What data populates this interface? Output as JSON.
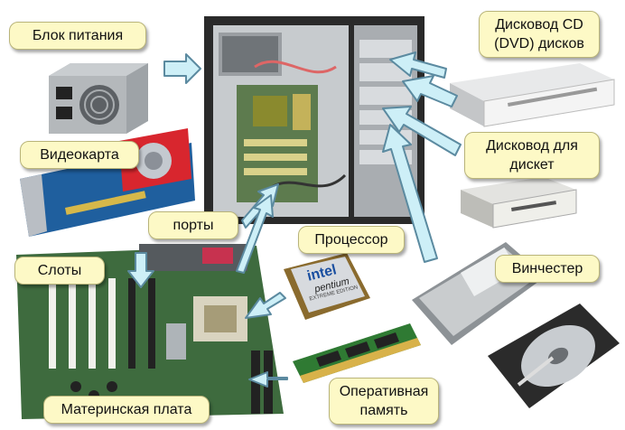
{
  "labels": {
    "psu": "Блок питания",
    "cd_line1": "Дисковод CD",
    "cd_line2": "(DVD) дисков",
    "videocard": "Видеокарта",
    "floppy_line1": "Дисковод для",
    "floppy_line2": "дискет",
    "ports": "порты",
    "processor": "Процессор",
    "slots": "Слоты",
    "hdd": "Винчестер",
    "motherboard": "Материнская плата",
    "ram_line1": "Оперативная",
    "ram_line2": "память"
  },
  "cpu_chip": {
    "brand": "intel",
    "model": "pentium",
    "edition": "EXTREME EDITION"
  },
  "colors": {
    "label_bg": "#fdf9c6",
    "arrow_fill": "#cdeff7",
    "arrow_stroke": "#5b8aa0",
    "board_green": "#3e6b3e",
    "case_gray": "#b8bcc0"
  }
}
